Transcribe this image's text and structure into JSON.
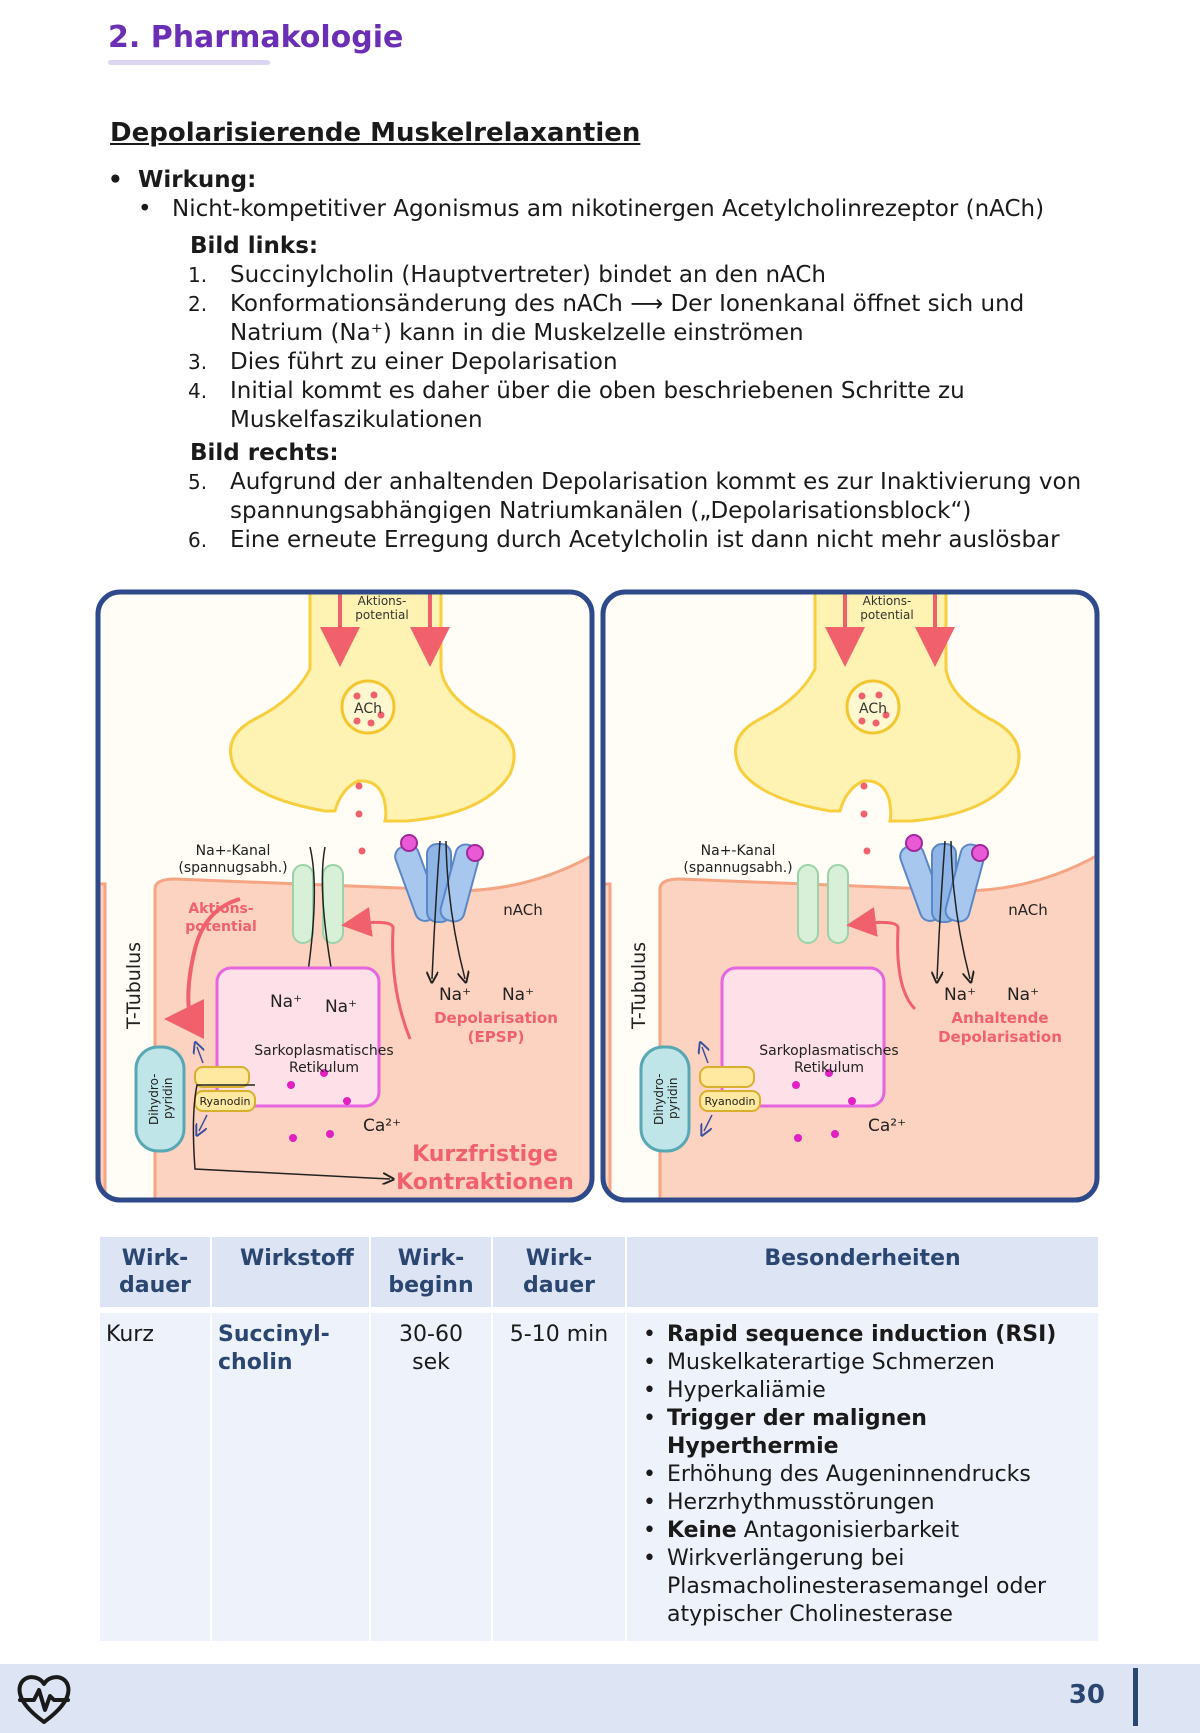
{
  "header": {
    "chapter": "2. Pharmakologie"
  },
  "section": {
    "title": "Depolarisierende Muskelrelaxantien"
  },
  "wirkung": {
    "label": "Wirkung:",
    "point": "Nicht-kompetitiver Agonismus am nikotinergen Acetylcholinrezeptor (nACh)",
    "bild_links_label": "Bild links:",
    "bild_links_items": [
      {
        "n": "1.",
        "text": "Succinylcholin (Hauptvertreter) bindet an den nACh"
      },
      {
        "n": "2.",
        "text": "Konformationsänderung des nACh ⟶ Der Ionenkanal öffnet sich und Natrium (Na⁺) kann in die Muskelzelle einströmen"
      },
      {
        "n": "3.",
        "text": "Dies führt zu einer Depolarisation"
      },
      {
        "n": "4.",
        "text": "Initial kommt es daher über die oben beschriebenen Schritte zu Muskelfaszikulationen"
      }
    ],
    "bild_rechts_label": "Bild rechts:",
    "bild_rechts_items": [
      {
        "n": "5.",
        "text": "Aufgrund der anhaltenden Depolarisation kommt es zur Inaktivierung von spannungsabhängigen Natriumkanälen („Depolarisationsblock“)"
      },
      {
        "n": "6.",
        "text": "Eine erneute Erregung durch Acetylcholin ist dann nicht mehr auslösbar"
      }
    ]
  },
  "figure_left": {
    "aktionspotential_top": [
      "Aktions-",
      "potential"
    ],
    "ach": "ACh",
    "na_kanal": [
      "Na+-Kanal",
      "(spannugsabh.)"
    ],
    "aktionspotential_side": [
      "Aktions-",
      "potential"
    ],
    "nach": "nACh",
    "t_tubulus": "T-Tubulus",
    "na_labels": [
      "Na⁺",
      "Na⁺",
      "Na⁺",
      "Na⁺"
    ],
    "depol": [
      "Depolarisation",
      "(EPSP)"
    ],
    "sr": [
      "Sarkoplasmatisches",
      "Retikulum"
    ],
    "dihydro": [
      "Dihydro-",
      "pyridin"
    ],
    "ryanodin": "Ryanodin",
    "ca": "Ca²⁺",
    "kontraktionen": [
      "Kurzfristige",
      "Kontraktionen"
    ]
  },
  "figure_right": {
    "aktionspotential_top": [
      "Aktions-",
      "potential"
    ],
    "ach": "ACh",
    "na_kanal": [
      "Na+-Kanal",
      "(spannugsabh.)"
    ],
    "nach": "nACh",
    "t_tubulus": "T-Tubulus",
    "na_labels": [
      "Na⁺",
      "Na⁺"
    ],
    "depol": [
      "Anhaltende",
      "Depolarisation"
    ],
    "sr": [
      "Sarkoplasmatisches",
      "Retikulum"
    ],
    "dihydro": [
      "Dihydro-",
      "pyridin"
    ],
    "ryanodin": "Ryanodin",
    "ca": "Ca²⁺"
  },
  "table": {
    "headers": [
      "Wirk-\ndauer",
      "Wirkstoff",
      "Wirk-\nbeginn",
      "Wirk-\ndauer",
      "Besonderheiten"
    ],
    "row": {
      "dauer": "Kurz",
      "wirkstoff": "Succinyl-\ncholin",
      "beginn": "30-60\nsek",
      "wirkdauer": "5-10 min"
    },
    "besonderheiten": [
      {
        "bold": "Rapid sequence induction (RSI)",
        "rest": ""
      },
      {
        "bold": "",
        "rest": "Muskelkaterartige Schmerzen"
      },
      {
        "bold": "",
        "rest": "Hyperkaliämie"
      },
      {
        "bold": "Trigger der malignen Hyperthermie",
        "rest": ""
      },
      {
        "bold": "",
        "rest": "Erhöhung des Augeninnendrucks"
      },
      {
        "bold": "",
        "rest": "Herzrhythmusstörungen"
      },
      {
        "bold": "Keine",
        "rest": " Antagonisierbarkeit"
      },
      {
        "bold": "",
        "rest": "Wirkverlängerung bei Plasmacholinesterasemangel oder atypischer Cholinesterase"
      }
    ]
  },
  "footer": {
    "page": "30",
    "logo_icon": "heart-pulse-icon"
  },
  "colors": {
    "chapter": "#6a2fb5",
    "navy": "#2b4670",
    "table_header": "#dde5f5",
    "table_cell": "#eef2fa",
    "frame": "#2e4a8a",
    "accent_red": "#f0616d"
  }
}
